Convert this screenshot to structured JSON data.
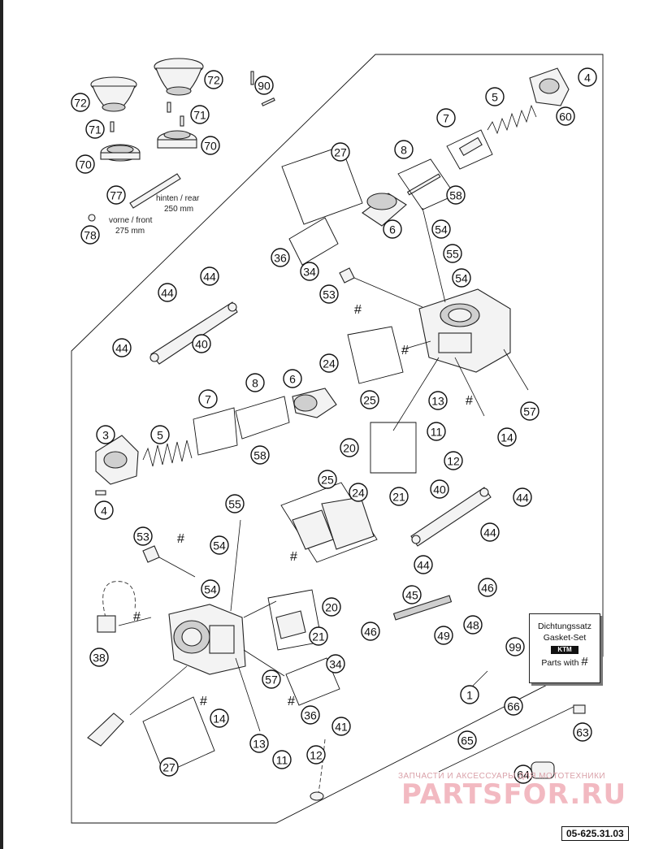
{
  "callouts": [
    "1",
    "3",
    "4",
    "5",
    "6",
    "7",
    "8",
    "11",
    "12",
    "13",
    "14",
    "20",
    "21",
    "24",
    "25",
    "27",
    "34",
    "36",
    "38",
    "40",
    "41",
    "44",
    "45",
    "46",
    "48",
    "49",
    "53",
    "54",
    "55",
    "57",
    "58",
    "60",
    "63",
    "64",
    "65",
    "66",
    "70",
    "71",
    "72",
    "77",
    "78",
    "90",
    "99"
  ],
  "hose_note": {
    "rear_line1": "hinten / rear",
    "rear_line2": "250 mm",
    "front_line1": "vorne / front",
    "front_line2": "275 mm"
  },
  "hash_mark": "#",
  "gasket_box": {
    "line1": "Dichtungssatz",
    "line2": "Gasket-Set",
    "logo": "KTM",
    "line3": "Parts with",
    "hash": "#"
  },
  "watermark": {
    "top_text": "ЗАПЧАСТИ И АКСЕССУАРЫ ДЛЯ МОТОТЕХНИКИ",
    "main_text": "PARTSFOR.RU"
  },
  "reference_code": "05-625.31.03"
}
